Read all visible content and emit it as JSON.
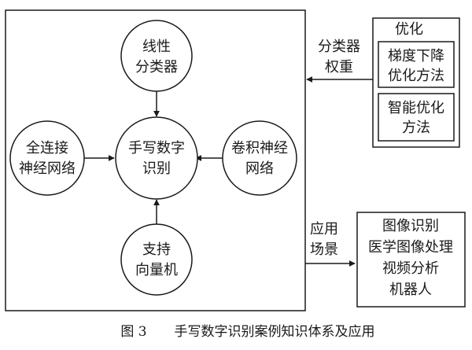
{
  "center": {
    "lines": [
      "手写数字",
      "识别"
    ]
  },
  "nodes": {
    "top": {
      "lines": [
        "线性",
        "分类器"
      ]
    },
    "left": {
      "lines": [
        "全连接",
        "神经网络"
      ]
    },
    "right": {
      "lines": [
        "卷积神经",
        "网络"
      ]
    },
    "bottom": {
      "lines": [
        "支持",
        "向量机"
      ]
    }
  },
  "optimization": {
    "title": "优化",
    "items": [
      {
        "lines": [
          "梯度下降",
          "优化方法"
        ]
      },
      {
        "lines": [
          "智能优化",
          "方法"
        ]
      }
    ]
  },
  "edge_labels": {
    "weights": [
      "分类器",
      "权重"
    ],
    "scenes": [
      "应用",
      "场景"
    ]
  },
  "applications": {
    "items": [
      "图像识别",
      "医学图像处理",
      "视频分析",
      "机器人"
    ]
  },
  "caption": {
    "figure_no": "图 3",
    "title": "手写数字识别案例知识体系及应用"
  }
}
